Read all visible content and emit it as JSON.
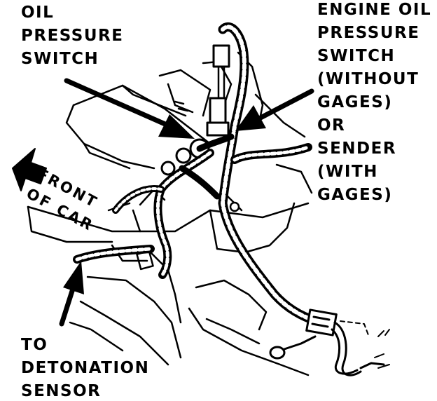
{
  "labels": {
    "oil_pressure_switch": [
      "OIL",
      "PRESSURE",
      "SWITCH"
    ],
    "engine_oil": [
      "ENGINE OIL",
      "PRESSURE",
      "SWITCH",
      "(WITHOUT",
      "GAGES)",
      "OR",
      "SENDER",
      "(WITH",
      "GAGES)"
    ],
    "front_of_car": [
      "FRONT",
      "OF CAR"
    ],
    "detonation": [
      "TO",
      "DETONATION",
      "SENSOR"
    ]
  },
  "colors": {
    "ink": "#000000",
    "paper": "#ffffff"
  }
}
